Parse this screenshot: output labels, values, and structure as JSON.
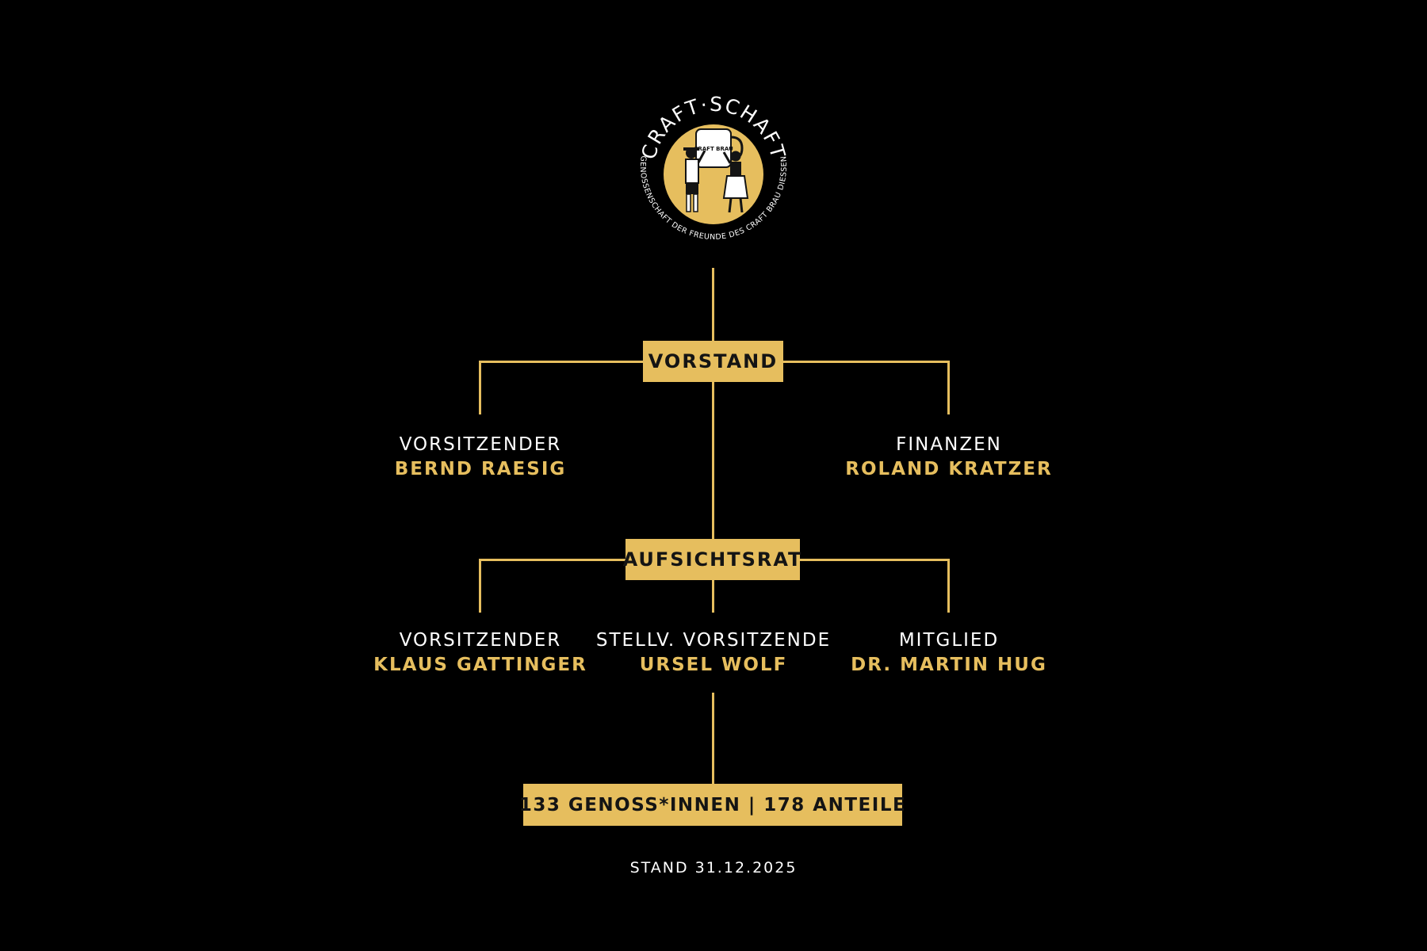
{
  "logo": {
    "title": "CRAFT·SCHAFT",
    "subtitle": "GENOSSENSCHAFT DER FREUNDE DES CRAFT BRAU DIESSEN",
    "badge_text": "CRAFT BRAU"
  },
  "vorstand": {
    "label": "VORSTAND",
    "members": [
      {
        "role": "VORSITZENDER",
        "name": "BERND RAESIG"
      },
      {
        "role": "FINANZEN",
        "name": "ROLAND KRATZER"
      }
    ]
  },
  "aufsichtsrat": {
    "label": "AUFSICHTSRAT",
    "members": [
      {
        "role": "VORSITZENDER",
        "name": "KLAUS GATTINGER"
      },
      {
        "role": "STELLV. VORSITZENDE",
        "name": "URSEL WOLF"
      },
      {
        "role": "MITGLIED",
        "name": "DR. MARTIN HUG"
      }
    ]
  },
  "summary": {
    "label": "133 GENOSS*INNEN | 178 ANTEILE"
  },
  "footer": {
    "stand": "STAND 31.12.2025"
  },
  "colors": {
    "background": "#000000",
    "accent": "#e6be5e",
    "text": "#ffffff",
    "box_text": "#141414"
  }
}
